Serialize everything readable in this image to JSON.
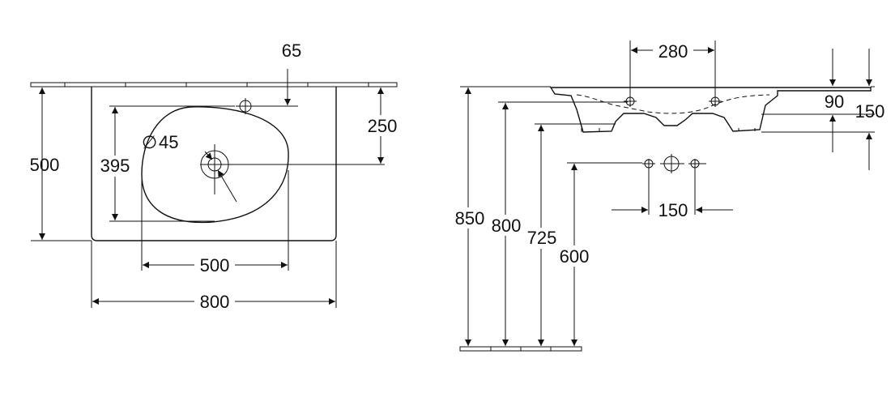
{
  "top_view": {
    "dims": {
      "tap_offset": "65",
      "overall_depth": "500",
      "bowl_depth": "395",
      "drain_diameter": "45",
      "tap_to_drain": "250",
      "bowl_width": "500",
      "overall_width": "800"
    },
    "diameter_symbol": "∅"
  },
  "side_view": {
    "dims": {
      "trap_spacing": "280",
      "rim_to_bowl": "90",
      "rim_to_base": "150",
      "connection_spacing": "150",
      "height_850": "850",
      "height_800": "800",
      "height_725": "725",
      "height_600": "600"
    }
  }
}
